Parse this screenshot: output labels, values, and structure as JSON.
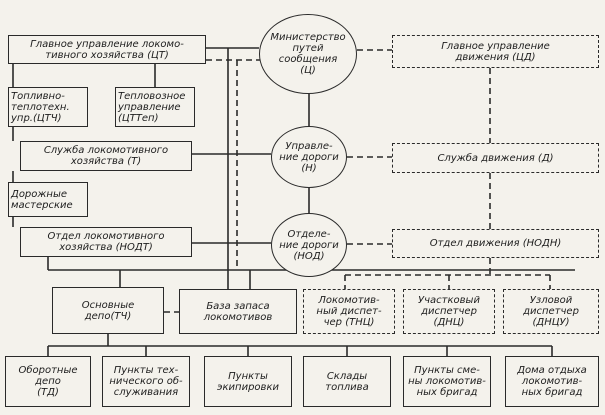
{
  "colors": {
    "ink": "#2a2a2a",
    "paper": "#f4f2ec"
  },
  "circles": {
    "ministry": "Министерство\nпутей\nсообщения\n(Ц)",
    "road": "Управле-\nние дороги\n(Н)",
    "division": "Отделе-\nние дороги\n(НОД)"
  },
  "left": {
    "ct": "Главное управление локомо-\nтивного хозяйства (ЦТ)",
    "ctch": "Топливно-\nтеплотехн.\nупр.(ЦТЧ)",
    "cttep": "Тепловозное\nуправление\n(ЦТТеп)",
    "t": "Служба локомотивного\nхозяйства (Т)",
    "workshops": "Дорожные\nмастерские",
    "nodt": "Отдел локомотивного\nхозяйства (НОДТ)"
  },
  "right": {
    "cd": "Главное управление\nдвижения (ЦД)",
    "d": "Служба движения (Д)",
    "nodn": "Отдел движения (НОДН)",
    "tnc": "Локомотив-\nный диспет-\nчер (ТНЦ)",
    "dnc": "Участковый\nдиспетчер\n(ДНЦ)",
    "dncu": "Узловой\nдиспетчер\n(ДНЦУ)"
  },
  "middle": {
    "tch": "Основные\nдепо(ТЧ)",
    "reserve": "База запаса\nлокомотивов"
  },
  "bottom": {
    "td": "Оборотные\nдепо\n(ТД)",
    "service": "Пункты тех-\nнического об-\nслуживания",
    "equip": "Пункты\nэкипировки",
    "fuel": "Склады\nтоплива",
    "crews": "Пункты сме-\nны локомотив-\nных бригад",
    "rest": "Дома отдыха\nлокомотив-\nных бригад"
  }
}
